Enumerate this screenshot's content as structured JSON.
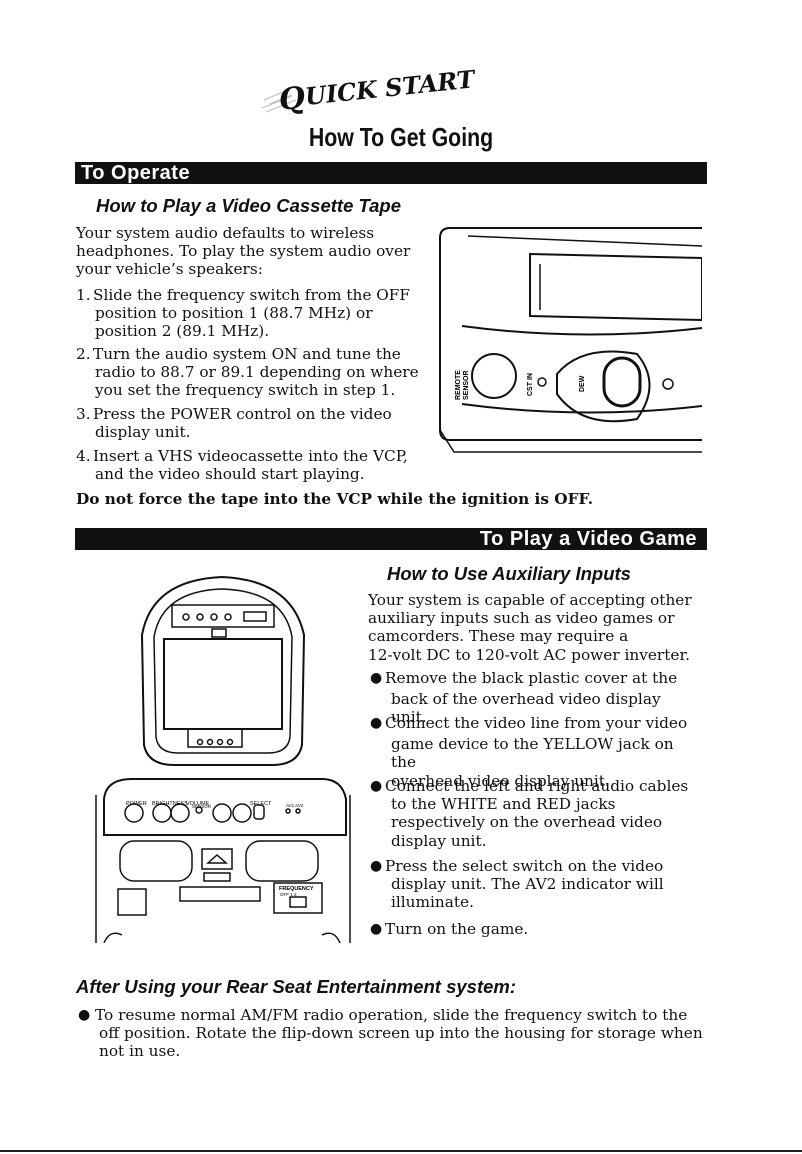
{
  "logo": {
    "text": "QUICK START"
  },
  "page_subtitle": "How To Get Going",
  "section_operate": {
    "bar_label": "To Operate",
    "heading": "How to Play a Video Cassette Tape",
    "intro": [
      "Your system audio defaults to wireless",
      "headphones. To play the system audio over",
      "your vehicle’s speakers:"
    ],
    "steps": [
      {
        "num": "1.",
        "lines": [
          "Slide the frequency switch from the OFF",
          "position to position 1 (88.7 MHz) or",
          "position 2 (89.1 MHz)."
        ]
      },
      {
        "num": "2.",
        "lines": [
          "Turn the audio system ON and tune the",
          "radio to 88.7 or 89.1 depending on where",
          "you set the frequency switch in step 1."
        ]
      },
      {
        "num": "3.",
        "lines": [
          "Press the POWER control on the video",
          "display unit."
        ]
      },
      {
        "num": "4.",
        "lines": [
          "Insert a VHS videocassette into the VCP,",
          "and the video should start playing."
        ]
      }
    ],
    "warning": "Do not force the tape into the VCP while the ignition is OFF.",
    "vcp_labels": {
      "remote_sensor_1": "REMOTE",
      "remote_sensor_2": "SENSOR",
      "cst_in": "CST IN",
      "dew": "DEW"
    }
  },
  "section_game": {
    "bar_label": "To Play a Video Game",
    "heading": "How to Use Auxiliary Inputs",
    "intro": [
      "Your system is capable of accepting other",
      "auxiliary inputs such as video games or",
      "camcorders. These may require a",
      "12-volt DC to 120-volt AC power inverter."
    ],
    "bullets": [
      {
        "lines": [
          "Remove the black plastic cover at the",
          "back of the overhead video display unit."
        ]
      },
      {
        "lines": [
          "Connect the video line from your video",
          "game device to the YELLOW jack on the",
          "overhead video display unit."
        ]
      },
      {
        "lines": [
          "Connect the left and right audio cables",
          "to the WHITE and RED jacks",
          "respectively on the overhead video",
          "display unit."
        ]
      },
      {
        "lines": [
          "Press the select switch on the video",
          "display unit. The AV2 indicator will",
          "illuminate."
        ]
      },
      {
        "lines": [
          "Turn on the game."
        ]
      }
    ],
    "console_labels": {
      "power": "POWER",
      "brightness": "BRIGHTNESS",
      "volume": "VOLUME",
      "sensor": "SENSOR",
      "select": "SELECT",
      "av": "AV1 AV2",
      "frequency": "FREQUENCY",
      "freq_positions": "OFF  1    2"
    }
  },
  "section_after": {
    "heading": "After Using your Rear Seat Entertainment system:",
    "bullet_lines": [
      "To resume normal AM/FM radio operation, slide the frequency switch to the",
      "off position. Rotate the flip-down screen up into the housing for storage when",
      "not in use."
    ]
  },
  "bullet_glyph": "●"
}
